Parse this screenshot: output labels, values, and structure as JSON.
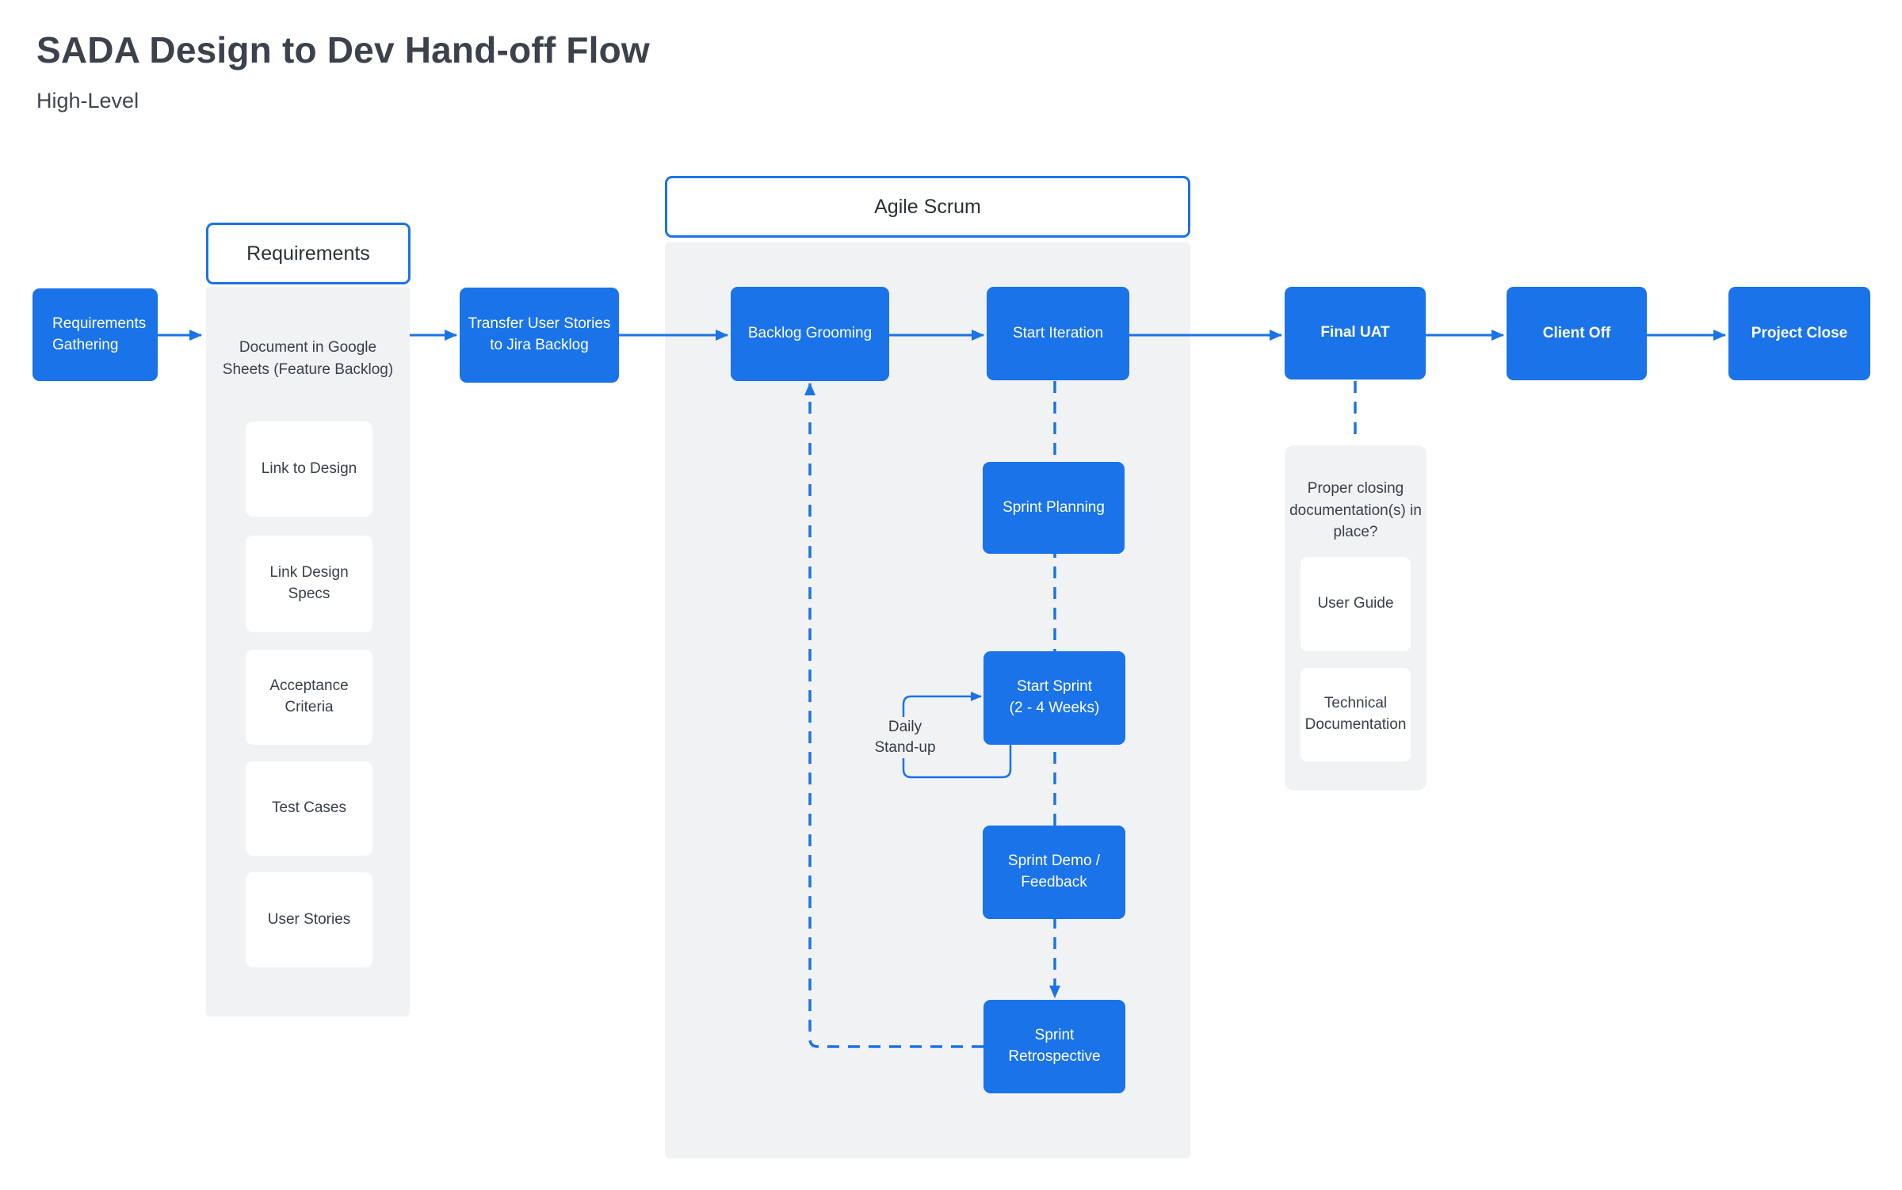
{
  "page": {
    "title": "SADA Design to Dev Hand-off Flow",
    "subtitle": "High-Level"
  },
  "colors": {
    "accent_blue": "#1a73e8",
    "container_gray": "#f1f2f4",
    "node_text": "#ffffff",
    "title_text": "#3b424b",
    "body_text": "#39404a"
  },
  "nodes": {
    "requirements_gathering": [
      "Requirements",
      "Gathering"
    ],
    "transfer_user_stories": [
      "Transfer User Stories",
      "to Jira Backlog"
    ],
    "backlog_grooming": [
      "Backlog Grooming"
    ],
    "start_iteration": [
      "Start Iteration"
    ],
    "sprint_planning": [
      "Sprint Planning"
    ],
    "start_sprint": [
      "Start Sprint",
      "(2 - 4 Weeks)"
    ],
    "sprint_demo": [
      "Sprint Demo  /",
      "Feedback"
    ],
    "sprint_retrospective": [
      "Sprint",
      "Retrospective"
    ],
    "final_uat": [
      "Final UAT"
    ],
    "client_off": [
      "Client Off"
    ],
    "project_close": [
      "Project Close"
    ]
  },
  "labels": {
    "daily_standup": [
      "Daily",
      "Stand-up"
    ]
  },
  "requirements_section": {
    "header": "Requirements",
    "note": [
      "Document in Google",
      "Sheets (Feature Backlog)"
    ],
    "cards": [
      [
        "Link to Design"
      ],
      [
        "Link Design",
        "Specs"
      ],
      [
        "Acceptance",
        "Criteria"
      ],
      [
        "Test Cases"
      ],
      [
        "User Stories"
      ]
    ]
  },
  "agile_section": {
    "header": "Agile Scrum"
  },
  "closing_section": {
    "question": [
      "Proper closing",
      "documentation(s) in",
      "place?"
    ],
    "cards": [
      [
        "User Guide"
      ],
      [
        "Technical",
        "Documentation"
      ]
    ]
  }
}
